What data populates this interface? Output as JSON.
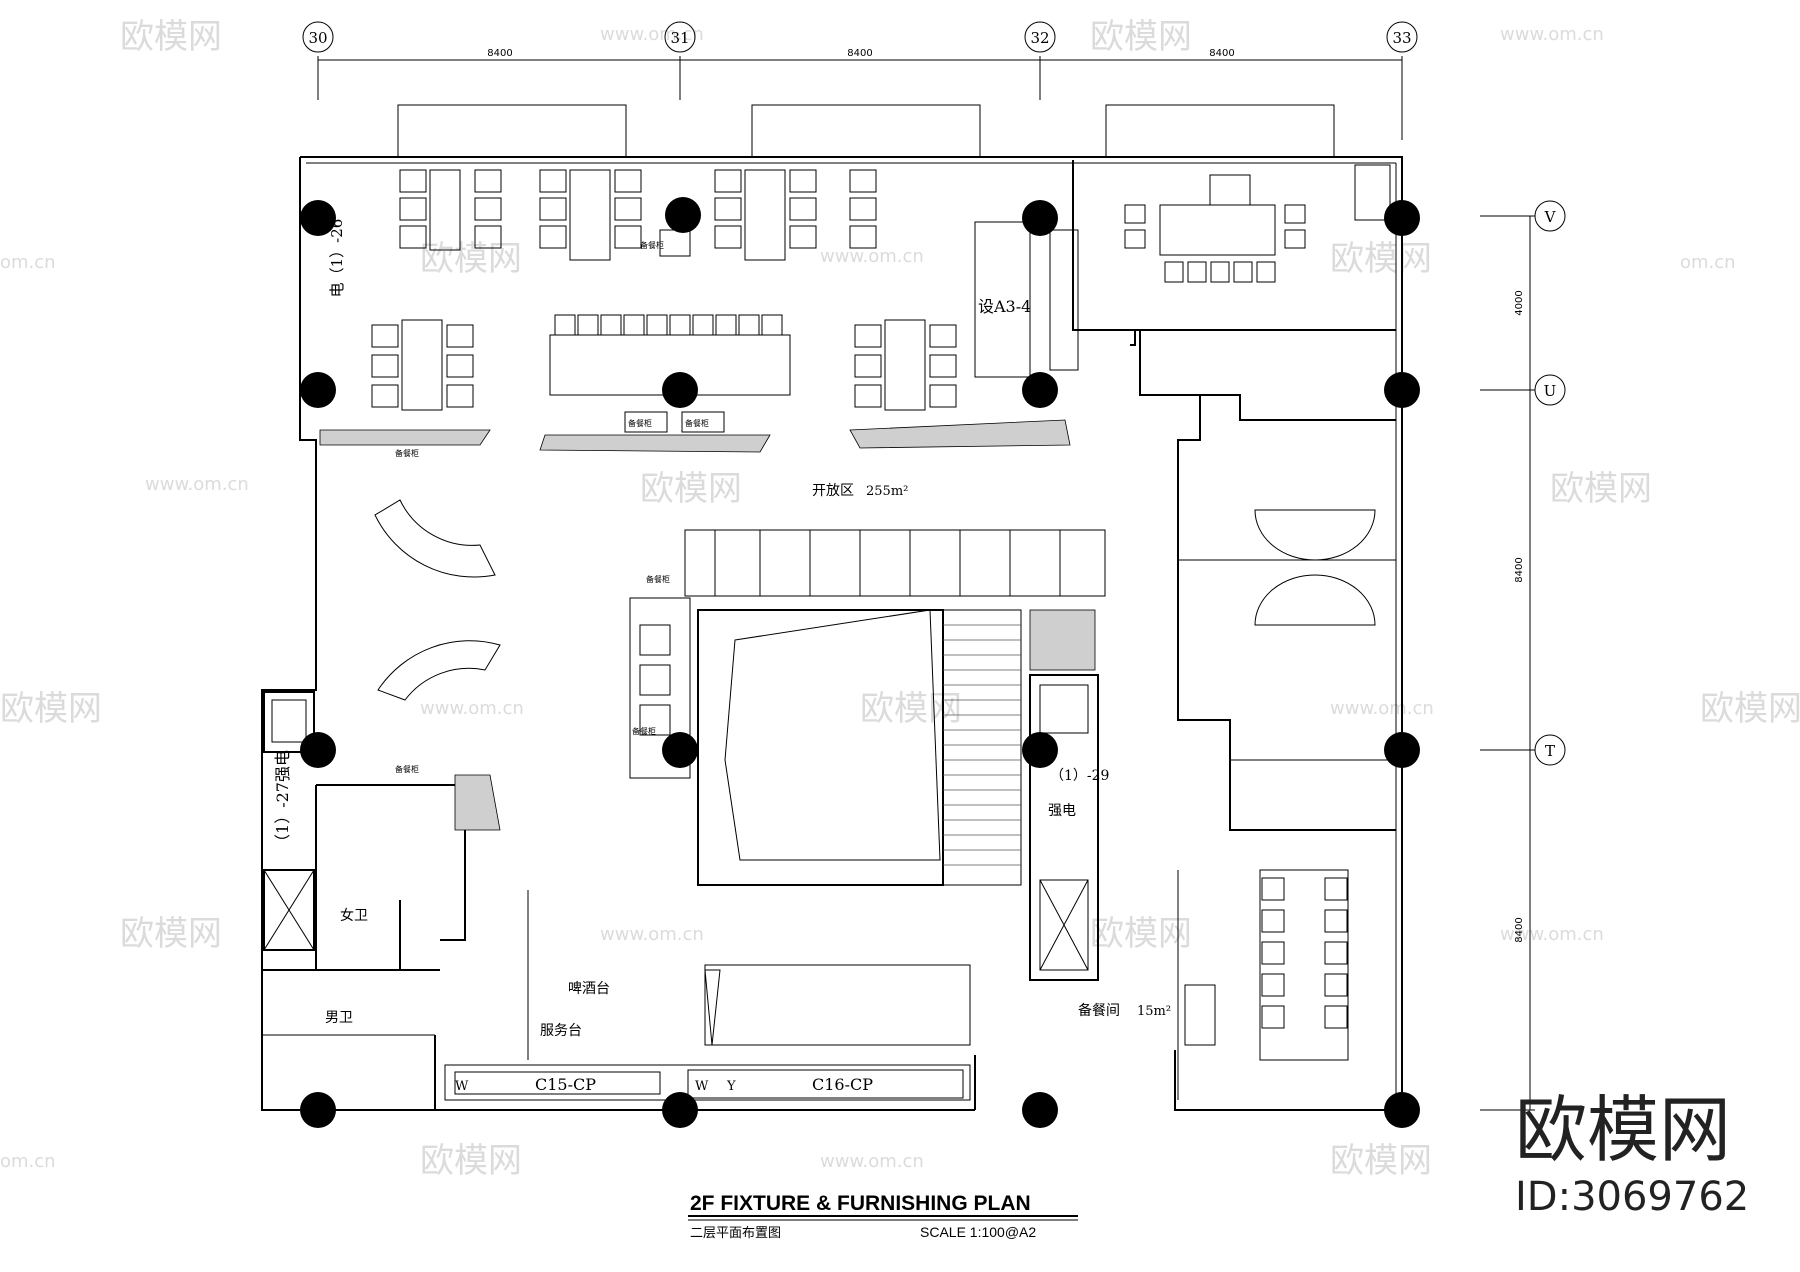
{
  "grid": {
    "columns": [
      "30",
      "31",
      "32",
      "33"
    ],
    "rows": [
      "V",
      "U",
      "T"
    ],
    "spacing_top": [
      "8400",
      "8400",
      "8400"
    ],
    "spacing_side": [
      "4000",
      "8400",
      "8400"
    ]
  },
  "rooms": {
    "open_area": "开放区",
    "open_area_size": "255m²",
    "pantry": "备餐间",
    "pantry_size": "15m²",
    "female_wc": "女卫",
    "male_wc": "男卫",
    "beer_bar": "啤酒台",
    "service_desk": "服务台",
    "equipment": "设A3-4",
    "elec_shaft_1": "电（1）-26",
    "elec_shaft_2": "（1）-27强电",
    "elec_shaft_3": "（1）-29",
    "strong_elec": "强电",
    "cabinet": "备餐柜",
    "grid_w": "W",
    "grid_y": "Y",
    "column_c15": "C15-CP",
    "column_c16": "C16-CP"
  },
  "title_block": {
    "title": "2F FIXTURE & FURNISHING PLAN",
    "subtitle": "二层平面布置图",
    "scale": "SCALE  1:100@A2"
  },
  "watermark": {
    "brand": "欧模网",
    "url": "www.om.cn",
    "url_short": "om.cn",
    "id": "ID:3069762"
  }
}
